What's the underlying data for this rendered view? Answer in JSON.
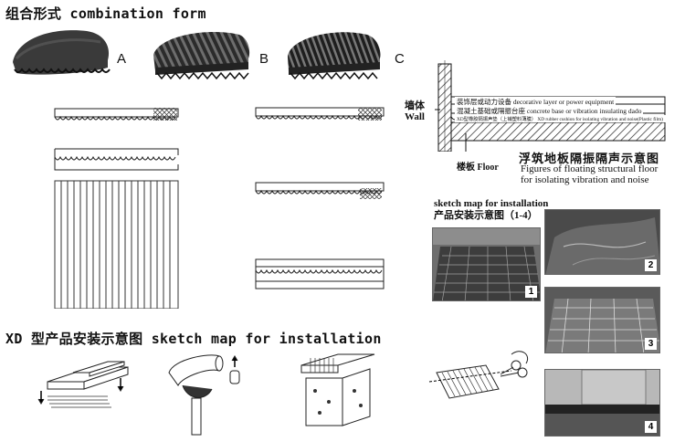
{
  "title": "组合形式  combination form",
  "form_labels": [
    "A",
    "B",
    "C"
  ],
  "floor": {
    "wall_cn": "墙体",
    "wall_en": "Wall",
    "layers": [
      "装饰层或动力设备  decorative layer or power equipment",
      "混凝土基础或隔振台座  concrete base or vibration insulating dado",
      "XD型橡胶隔振声垫（上铺塑料薄膜） XD rubber cushion for isolating vibration and noise(Plastic film)"
    ],
    "floor_cn": "楼板",
    "floor_en": "Floor",
    "title_cn": "浮筑地板隔振隔声示意图",
    "title_en_1": "Figures of floating structural floor",
    "title_en_2": "for isolating vibration and noise"
  },
  "install_map": {
    "en": "sketch map for installation",
    "cn": "产品安装示意图（1-4）",
    "photo_numbers": [
      "1",
      "2",
      "3",
      "4"
    ]
  },
  "bottom_title": "XD 型产品安装示意图  sketch map for installation"
}
